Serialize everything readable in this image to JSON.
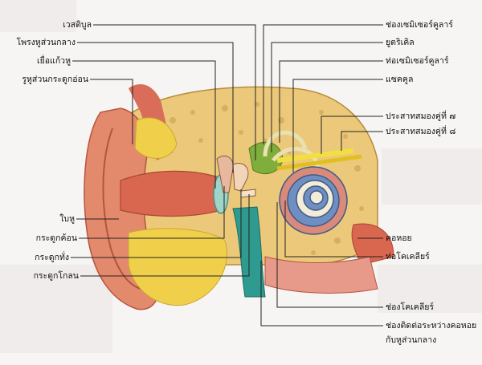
{
  "labels_left": {
    "vestibule": "เวสติบูล",
    "middle_ear_cavity": "โพรงหูส่วนกลาง",
    "eardrum": "เยื่อแก้วหู",
    "cartilage_ear_canal": "รูหูส่วนกระดูกอ่อน",
    "auricle": "ใบหู",
    "malleus": "กระดูกค้อน",
    "incus": "กระดูกทั่ง",
    "stapes": "กระดูกโกลน"
  },
  "labels_right": {
    "semicircular_canal_space": "ช่องเซมิเซอร์คูลาร์",
    "utricle": "ยูตริเคิล",
    "semicircular_duct": "ท่อเซมิเซอร์คูลาร์",
    "saccule": "แซคคูล",
    "cranial_nerve_7": "ประสาทสมองคู่ที่ ๗",
    "cranial_nerve_8": "ประสาทสมองคู่ที่ ๘",
    "pharynx": "คอหอย",
    "cochlear_duct": "ท่อโคเคลียร์",
    "cochlear_space": "ช่องโคเคลียร์",
    "eustachian_tube_line1": "ช่องติดต่อระหว่างคอหอย",
    "eustachian_tube_line2": "กับหูส่วนกลาง"
  },
  "colors": {
    "skin": "#e48a6c",
    "skin_dark": "#c65a45",
    "bone": "#e8c46a",
    "fat_yellow": "#f0d04a",
    "cochlea_blue": "#6f8fc0",
    "tube_teal": "#2f9a8f",
    "nerve_yellow": "#f3e040",
    "leader_line": "#222222",
    "background": "#f7f5f3"
  }
}
